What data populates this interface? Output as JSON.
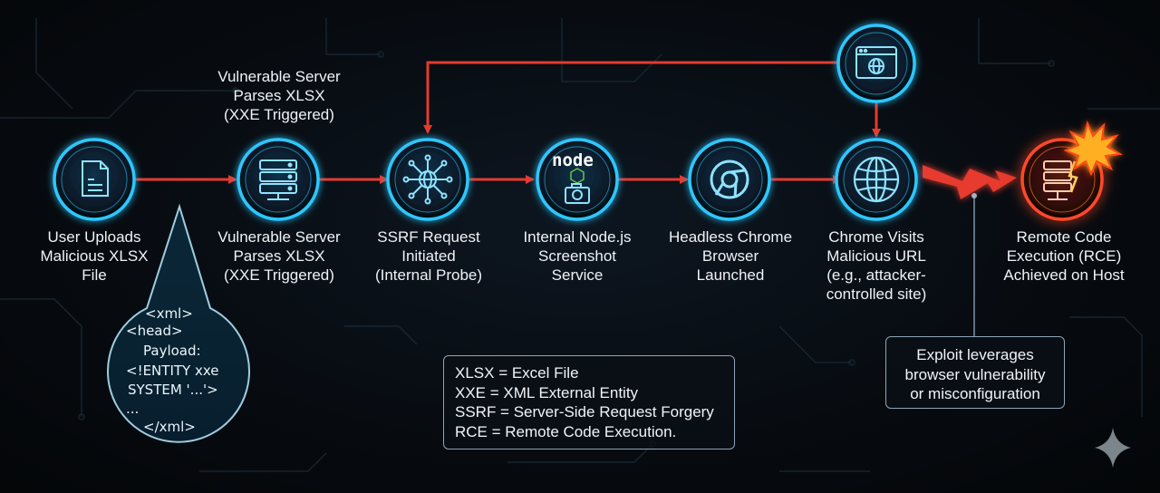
{
  "steps": [
    {
      "id": "upload",
      "label": "User Uploads\nMalicious XLSX\nFile",
      "icon": "document-icon"
    },
    {
      "id": "parse",
      "label": "Vulnerable Server\nParses XLSX\n(XXE Triggered)",
      "icon": "server-icon"
    },
    {
      "id": "ssrf",
      "label": "SSRF Request\nInitiated\n(Internal Probe)",
      "icon": "network-hub-icon"
    },
    {
      "id": "node",
      "label": "Internal Node.js\nScreenshot\nService",
      "icon": "nodejs-camera-icon"
    },
    {
      "id": "chrome",
      "label": "Headless Chrome\nBrowser\nLaunched",
      "icon": "chrome-icon"
    },
    {
      "id": "visit",
      "label": "Chrome Visits\nMalicious URL\n(e.g., attacker-\ncontrolled site)",
      "icon": "globe-icon"
    },
    {
      "id": "rce",
      "label": "Remote Code\nExecution (RCE)\nAchieved on Host",
      "icon": "server-explosion-icon"
    }
  ],
  "top_label": "Vulnerable Server\nParses XLSX\n(XXE Triggered)",
  "node_logo_text": "node",
  "payload": {
    "lines": [
      "<xml>",
      "<head>",
      "Payload:",
      "<!ENTITY xxe",
      "SYSTEM '...'>",
      "...",
      "</xml>"
    ]
  },
  "legend": {
    "items": [
      "XLSX = Excel File",
      "XXE = XML External Entity",
      "SSRF = Server-Side Request Forgery",
      "RCE = Remote Code Execution."
    ]
  },
  "note": {
    "lines": [
      "Exploit leverages",
      "browser vulnerability",
      "or misconfiguration"
    ]
  },
  "colors": {
    "ring": "#2ec7ff",
    "arrow": "#e63a2e",
    "rce_ring": "#ff4a2a",
    "background": "#06090d"
  }
}
